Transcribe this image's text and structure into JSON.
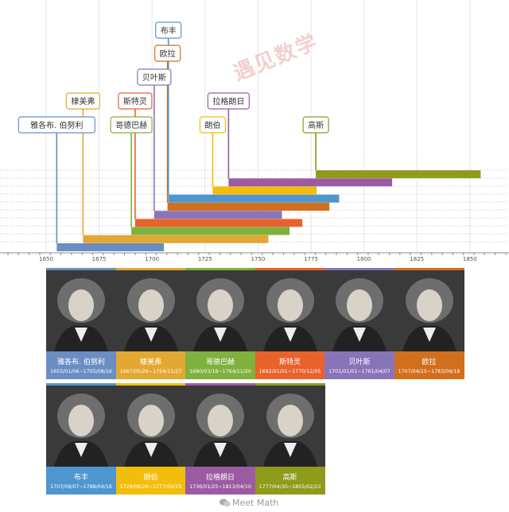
{
  "watermark": "遇见数学",
  "axis": {
    "ticks": [
      "1650",
      "1675",
      "1700",
      "1725",
      "1750",
      "1775",
      "1800",
      "1825",
      "1850"
    ]
  },
  "people": [
    {
      "name": "雅各布. 伯努利",
      "dates": "1655/01/06~1705/08/16",
      "start": 1655.0,
      "end": 1705.6,
      "color": "#6a8ec4"
    },
    {
      "name": "棣美弗",
      "dates": "1667/05/26~1754/11/27",
      "start": 1667.4,
      "end": 1754.9,
      "color": "#e3a832"
    },
    {
      "name": "哥德巴赫",
      "dates": "1690/03/18~1764/11/20",
      "start": 1690.2,
      "end": 1764.9,
      "color": "#7fb13e"
    },
    {
      "name": "斯特灵",
      "dates": "1692/01/01~1770/12/05",
      "start": 1692.0,
      "end": 1770.9,
      "color": "#e8622c"
    },
    {
      "name": "贝叶斯",
      "dates": "1701/01/01~1761/04/07",
      "start": 1701.0,
      "end": 1761.3,
      "color": "#8a74b8"
    },
    {
      "name": "欧拉",
      "dates": "1707/04/15~1783/09/18",
      "start": 1707.3,
      "end": 1783.7,
      "color": "#d26f1d"
    },
    {
      "name": "布丰",
      "dates": "1707/09/07~1788/04/16",
      "start": 1707.7,
      "end": 1788.3,
      "color": "#4f96cf"
    },
    {
      "name": "朗伯",
      "dates": "1728/08/26~1777/09/25",
      "start": 1728.6,
      "end": 1777.7,
      "color": "#f3bd0c"
    },
    {
      "name": "拉格朗日",
      "dates": "1736/01/25~1813/04/10",
      "start": 1736.1,
      "end": 1813.3,
      "color": "#9b5ba2"
    },
    {
      "name": "高斯",
      "dates": "1777/04/30~1855/02/23",
      "start": 1777.3,
      "end": 1855.1,
      "color": "#8e9b1b"
    }
  ],
  "footer": {
    "text": "Meet Math"
  }
}
